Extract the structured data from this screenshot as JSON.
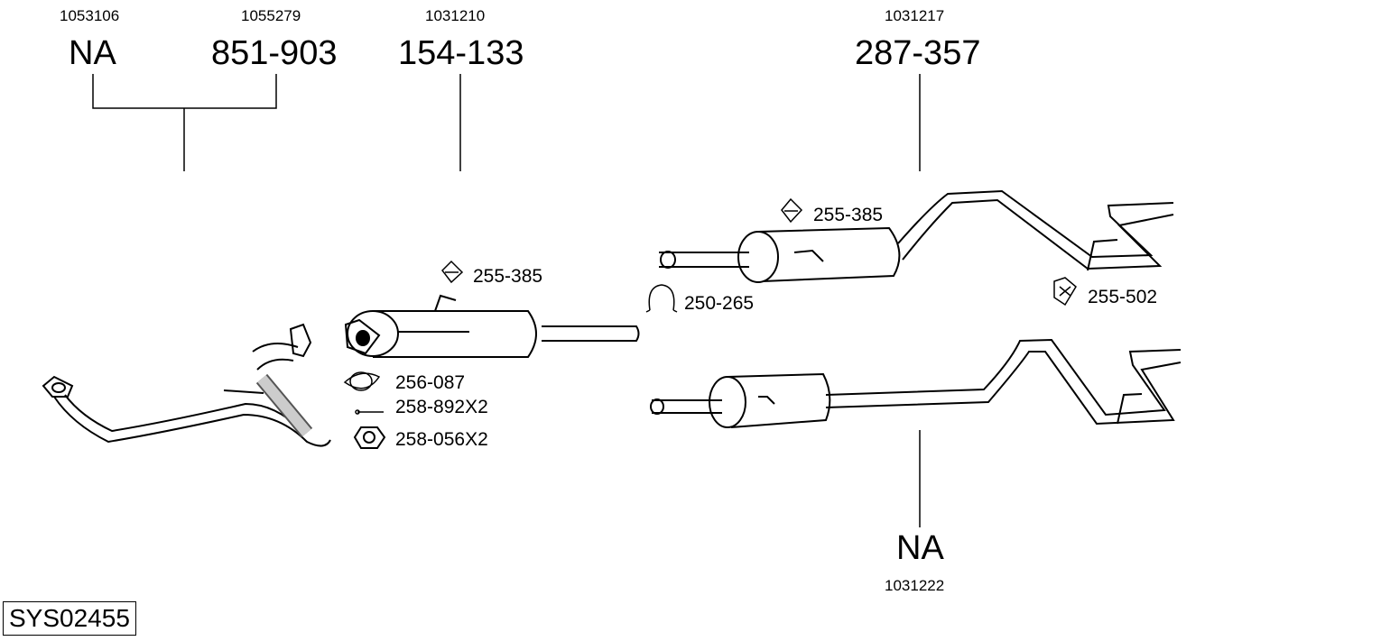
{
  "title_box": "SYS02455",
  "groups": [
    {
      "code": "1053106",
      "number": "NA"
    },
    {
      "code": "1055279",
      "number": "851-903"
    },
    {
      "code": "1031210",
      "number": "154-133"
    },
    {
      "code": "1031217",
      "number": "287-357"
    },
    {
      "code": "1031222",
      "number": "NA"
    }
  ],
  "parts": [
    {
      "label": "255-385",
      "icon": "rubber-hanger-icon"
    },
    {
      "label": "256-087",
      "icon": "gasket-icon"
    },
    {
      "label": "258-892X2",
      "icon": "bolt-icon"
    },
    {
      "label": "258-056X2",
      "icon": "hex-nut-icon"
    },
    {
      "label": "255-385",
      "icon": "rubber-hanger-icon"
    },
    {
      "label": "250-265",
      "icon": "clamp-icon"
    },
    {
      "label": "255-502",
      "icon": "rubber-hanger-icon"
    }
  ],
  "colors": {
    "line": "#000000",
    "background": "#ffffff"
  }
}
